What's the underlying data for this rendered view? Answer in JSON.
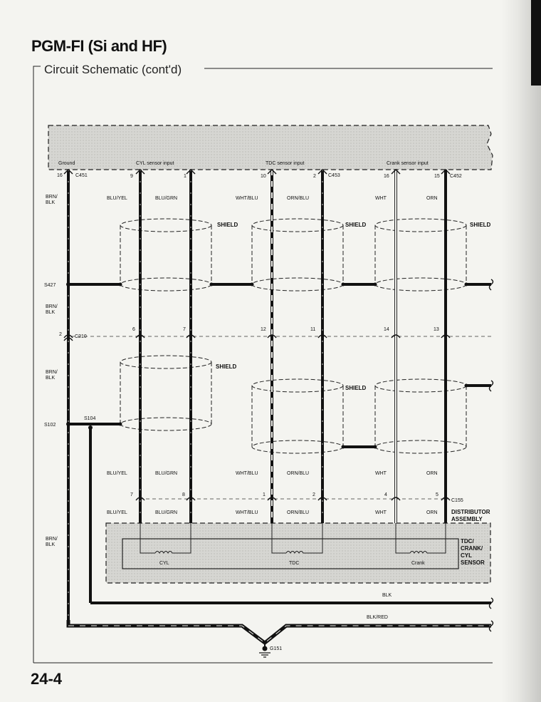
{
  "header": {
    "title": "PGM-FI (Si and HF)",
    "section": "Circuit Schematic (cont'd)"
  },
  "page_number": "24-4",
  "ecu": {
    "ground_label": "Ground",
    "cyl_label": "CYL sensor input",
    "tdc_label": "TDC sensor input",
    "crank_label": "Crank sensor input"
  },
  "connectors": {
    "c451": "C451",
    "c453": "C453",
    "c452": "C452",
    "c210": "C210",
    "c155": "C155"
  },
  "splices": {
    "s427": "S427",
    "s102": "S102",
    "s104": "S104"
  },
  "pins": {
    "p16": "16",
    "p9": "9",
    "p1": "1",
    "p10": "10",
    "p2": "2",
    "p16b": "16",
    "p15": "15",
    "m2": "2",
    "m6": "6",
    "m7": "7",
    "m12": "12",
    "m11": "11",
    "m14": "14",
    "m13": "13",
    "b7": "7",
    "b8": "8",
    "b1": "1",
    "b2": "2",
    "b4": "4",
    "b5": "5"
  },
  "wires": {
    "brn_blk": [
      "BRN/",
      "BLK"
    ],
    "blu_yel": "BLU/YEL",
    "blu_grn": "BLU/GRN",
    "wht_blu": "WHT/BLU",
    "orn_blu": "ORN/BLU",
    "wht": "WHT",
    "orn": "ORN",
    "blk": "BLK",
    "blk_red": "BLK/RED"
  },
  "shield_label": "SHIELD",
  "distributor": {
    "label": [
      "DISTRIBUTOR",
      "ASSEMBLY"
    ],
    "sensor_label": [
      "TDC/",
      "CRANK/",
      "CYL",
      "SENSOR"
    ],
    "coils": {
      "cyl": "CYL",
      "tdc": "TDC",
      "crank": "Crank"
    }
  },
  "ground": {
    "label": "G151"
  }
}
